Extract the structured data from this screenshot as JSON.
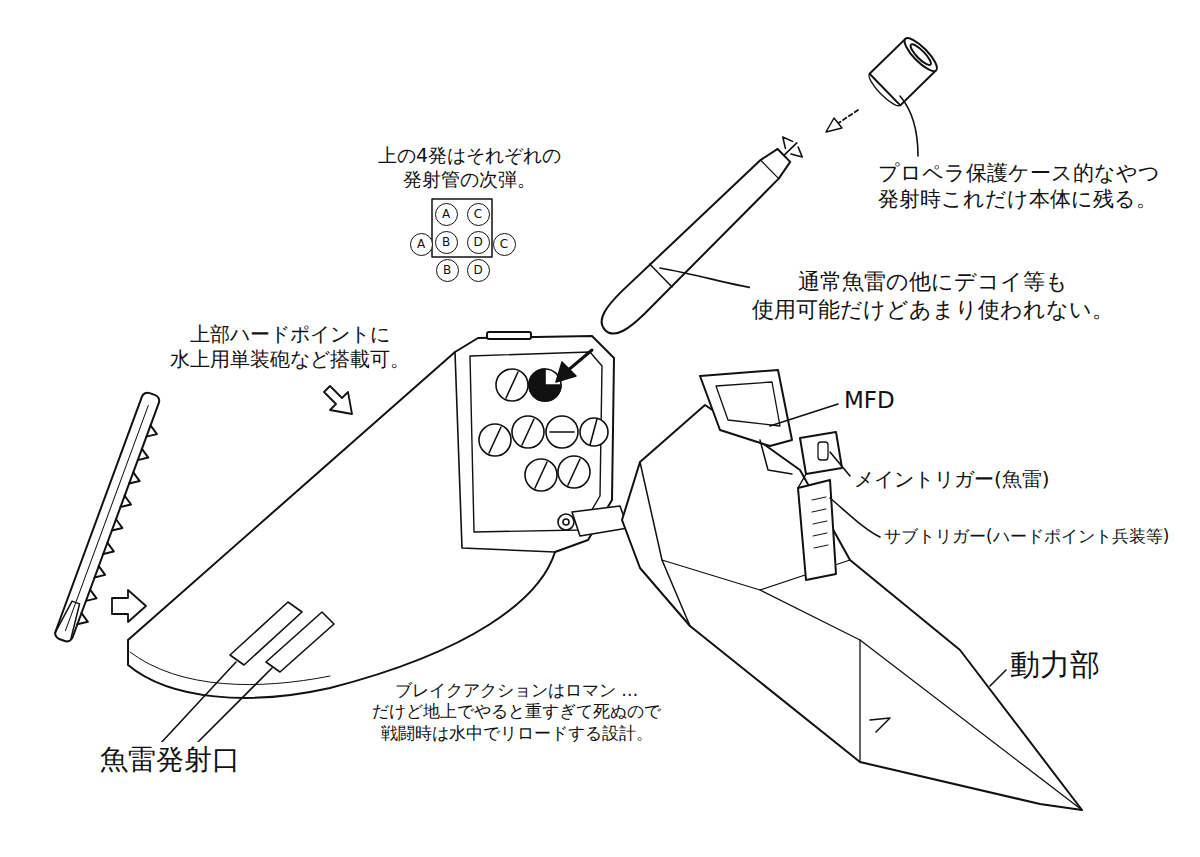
{
  "diagram": {
    "nodes": [
      {
        "text": [
          "A"
        ]
      },
      {
        "text": [
          "C"
        ]
      },
      {
        "text": [
          "A"
        ]
      },
      {
        "text": [
          "B"
        ]
      },
      {
        "text": [
          "D"
        ]
      },
      {
        "text": [
          "C"
        ]
      },
      {
        "text": [
          "B"
        ]
      },
      {
        "text": [
          "D"
        ]
      }
    ],
    "labels": [
      "上の4発はそれぞれの 発射管の次弾。",
      "プロペラ保護ケース的なやつ 発射時これだけ本体に残る。",
      "通常魚雷の他にデコイ等も 使用可能だけどあまり使われない。",
      "上部ハードポイントに 水上用単装砲など搭載可。",
      "MFD",
      "メイントリガー(魚雷)",
      "サブトリガー(ハードポイント兵装等)",
      "動力部",
      "魚雷発射口",
      "ブレイクアクションはロマン …だけど地上でやると重すぎて死ぬので 戦闘時は水中でリロードする設計。"
    ]
  }
}
